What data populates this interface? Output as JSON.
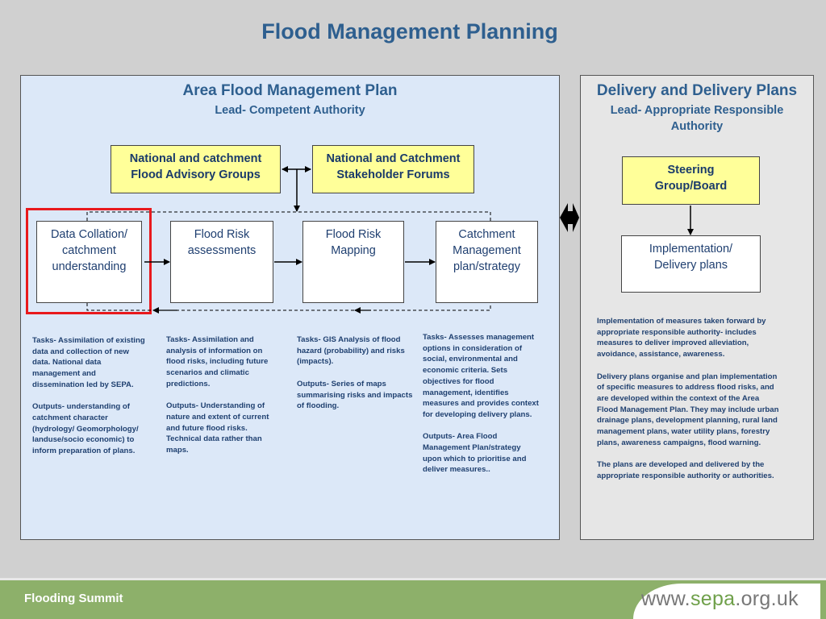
{
  "title": "Flood Management Planning",
  "left_panel": {
    "heading": "Area Flood Management Plan",
    "subheading": "Lead- Competent Authority",
    "advisory_groups": "National and catchment\nFlood Advisory Groups",
    "stakeholder_forums": "National and Catchment\nStakeholder Forums",
    "steps": [
      "Data Collation/\ncatchment\nunderstanding",
      "Flood Risk\nassessments",
      "Flood Risk\nMapping",
      "Catchment\nManagement\nplan/strategy"
    ],
    "notes": [
      "Tasks- Assimilation of existing\ndata and collection of new\ndata.  National data\nmanagement and\ndissemination led by SEPA.\n\nOutputs- understanding of\ncatchment character\n(hydrology/ Geomorphology/\nlanduse/socio economic) to\ninform preparation of plans.",
      "Tasks- Assimilation and\nanalysis of information on\nflood risks, including future\nscenarios and climatic\npredictions.\n\nOutputs- Understanding of\nnature and extent of current\nand future flood risks.\nTechnical data rather than\nmaps.",
      "Tasks- GIS Analysis of flood\nhazard (probability) and risks\n(impacts).\n\nOutputs- Series of maps\nsummarising risks and impacts\nof flooding.",
      "Tasks- Assesses management\noptions in consideration of\nsocial, environmental and\neconomic criteria.  Sets\nobjectives for flood\nmanagement, identifies\nmeasures and provides context\nfor developing delivery plans.\n\nOutputs- Area Flood\nManagement Plan/strategy\nupon which to prioritise and\ndeliver measures.."
    ]
  },
  "right_panel": {
    "heading": "Delivery and Delivery Plans",
    "subheading": "Lead- Appropriate Responsible\nAuthority",
    "steering": "Steering\nGroup/Board",
    "implementation": "Implementation/\nDelivery plans",
    "note": "Implementation of measures taken forward by\nappropriate responsible authority- includes\nmeasures to deliver improved alleviation,\navoidance, assistance, awareness.\n\nDelivery plans organise and plan implementation\nof specific measures to address flood risks, and\nare developed within the context of the Area\nFlood Management Plan.  They may include urban\ndrainage plans, development planning, rural land\nmanagement plans, water utility plans, forestry\nplans, awareness campaigns, flood warning.\n\nThe plans are developed and delivered by the\nappropriate responsible authority or authorities."
  },
  "footer": {
    "left": "Flooding Summit",
    "url_prefix": "www.",
    "url_accent": "sepa",
    "url_suffix": ".org.uk"
  },
  "colors": {
    "title": "#2e5f8f",
    "left_panel_bg": "#dce8f8",
    "right_panel_bg": "#e6e6e6",
    "yellow_box": "#ffff99",
    "highlight": "#e8191d",
    "footer_green": "#8db06a"
  }
}
